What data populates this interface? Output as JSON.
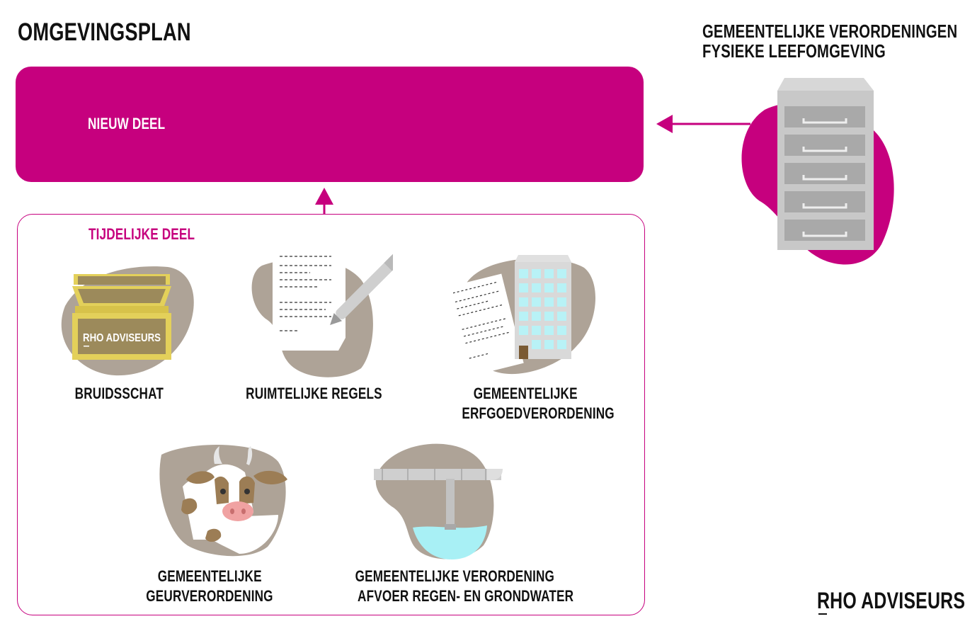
{
  "header": {
    "title": "OMGEVINGSPLAN"
  },
  "municipal": {
    "title_line1": "GEMEENTELIJKE VERORDENINGEN",
    "title_line2": "FYSIEKE LEEFOMGEVING",
    "icon": "filing-cabinet-icon"
  },
  "new_part": {
    "label": "NIEUW DEEL",
    "color": "#c6007e"
  },
  "temporary_part": {
    "label": "TIJDELIJKE DEEL",
    "items": [
      {
        "icon": "treasure-chest-icon",
        "chest_text": "RHO ADVISEURS",
        "caption_line1": "BRUIDSSCHAT",
        "caption_line2": ""
      },
      {
        "icon": "document-pen-icon",
        "caption_line1": "RUIMTELIJKE REGELS",
        "caption_line2": ""
      },
      {
        "icon": "document-building-icon",
        "caption_line1": "GEMEENTELIJKE",
        "caption_line2": "ERFGOEDVERORDENING"
      },
      {
        "icon": "cow-icon",
        "caption_line1": "GEMEENTELIJKE",
        "caption_line2": "GEURVERORDENING"
      },
      {
        "icon": "drainage-pipe-icon",
        "caption_line1": "GEMEENTELIJKE VERORDENING",
        "caption_line2": "AFVOER REGEN- EN GRONDWATER"
      }
    ]
  },
  "brand": {
    "name": "RHO ADVISEURS"
  },
  "colors": {
    "accent": "#c6007e",
    "blob": "#aea397",
    "water": "#a8f0f5",
    "cabinet": "#c8c8c8"
  }
}
